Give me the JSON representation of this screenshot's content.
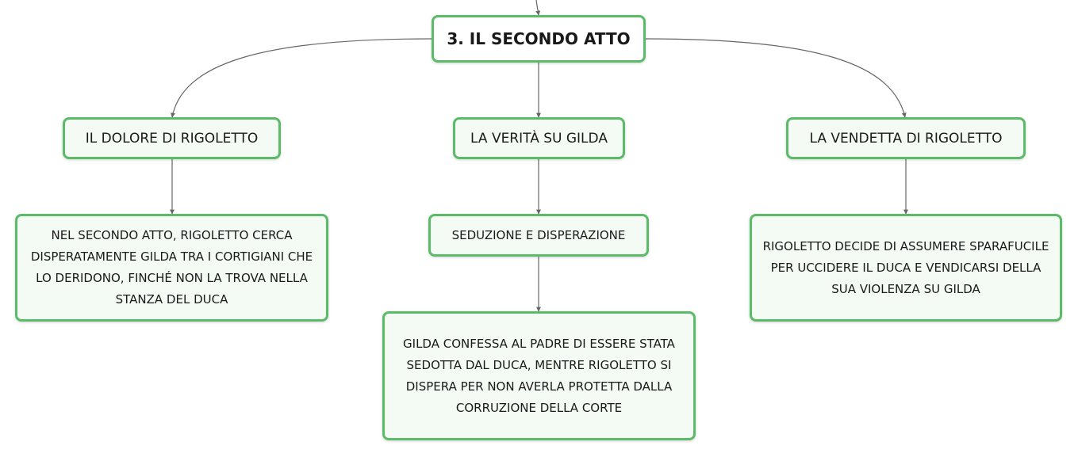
{
  "root": {
    "title": "3. IL SECONDO ATTO"
  },
  "branches": [
    {
      "label": "IL DOLORE DI RIGOLETTO",
      "children": [
        "NEL SECONDO ATTO, RIGOLETTO CERCA DISPERATAMENTE GILDA TRA I CORTIGIANI CHE LO DERIDONO, FINCHÉ NON LA TROVA NELLA STANZA DEL DUCA"
      ]
    },
    {
      "label": "LA VERITÀ SU GILDA",
      "children": [
        "SEDUZIONE E DISPERAZIONE",
        "GILDA CONFESSA AL PADRE DI ESSERE STATA SEDOTTA DAL DUCA, MENTRE RIGOLETTO SI DISPERA PER NON AVERLA PROTETTA DALLA CORRUZIONE DELLA CORTE"
      ]
    },
    {
      "label": "LA VENDETTA DI RIGOLETTO",
      "children": [
        "RIGOLETTO DECIDE DI ASSUMERE SPARAFUCILE PER UCCIDERE IL DUCA E VENDICARSI DELLA SUA VIOLENZA SU GILDA"
      ]
    }
  ],
  "colors": {
    "node_border": "#5cbb68",
    "node_fill": "#f4faf4",
    "connector": "#666666"
  }
}
